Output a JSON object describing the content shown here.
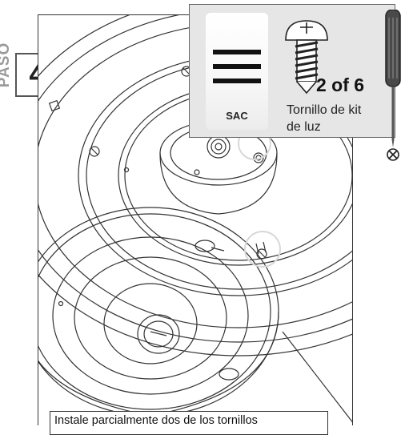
{
  "step": {
    "word": "PASO",
    "number": "4"
  },
  "parts": {
    "bag_label": "SAC",
    "quantity": "2 of 6",
    "description_line1": "Tornillo de kit",
    "description_line2": "de luz",
    "screwdriver_icon": "phillips-screwdriver-icon"
  },
  "caption": {
    "text": "Instale parcialmente dos de los tornillos"
  }
}
